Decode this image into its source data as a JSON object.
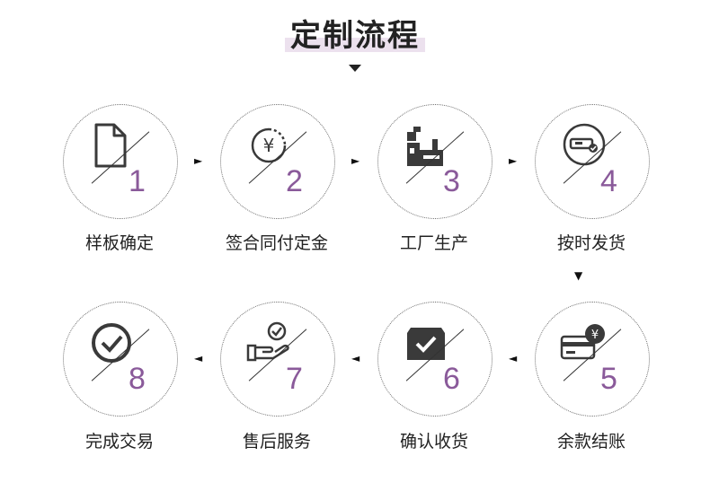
{
  "title": "定制流程",
  "steps": [
    {
      "num": "1",
      "label": "样板确定",
      "icon": "document-icon"
    },
    {
      "num": "2",
      "label": "签合同付定金",
      "icon": "yen-coin-icon"
    },
    {
      "num": "3",
      "label": "工厂生产",
      "icon": "factory-icon"
    },
    {
      "num": "4",
      "label": "按时发货",
      "icon": "shipment-icon"
    },
    {
      "num": "5",
      "label": "余款结账",
      "icon": "card-payment-icon"
    },
    {
      "num": "6",
      "label": "确认收货",
      "icon": "box-check-icon"
    },
    {
      "num": "7",
      "label": "售后服务",
      "icon": "hand-check-icon"
    },
    {
      "num": "8",
      "label": "完成交易",
      "icon": "circle-check-icon"
    }
  ],
  "colors": {
    "accent": "#8a5a9a",
    "title_highlight": "#ece1ee",
    "border": "#6d6d6d",
    "icon": "#3a3a3a"
  }
}
